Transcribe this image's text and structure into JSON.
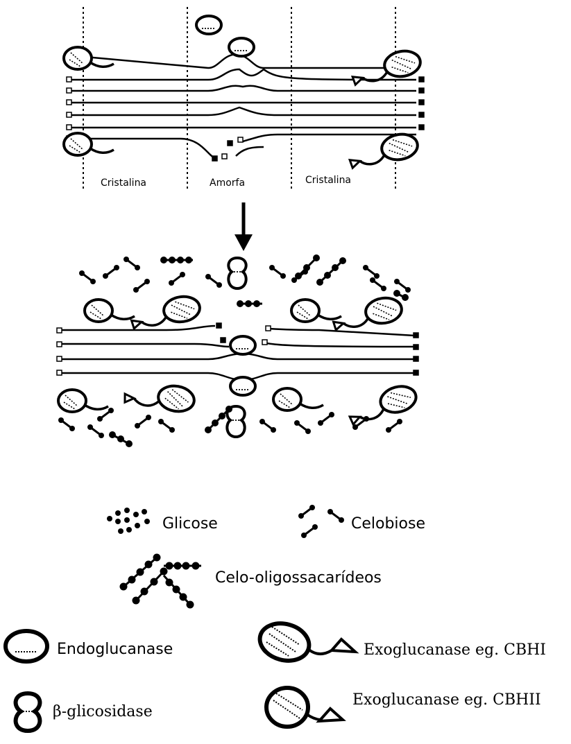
{
  "diagram": {
    "regions": [
      "Cristalina",
      "Amorfa",
      "Cristalina"
    ]
  },
  "legend": {
    "glicose": "Glicose",
    "celobiose": "Celobiose",
    "celo_oligo": "Celo-oligossacarídeos",
    "endoglucanase": "Endoglucanase",
    "exo_cbhi": "Exoglucanase eg. CBHI",
    "beta_glicosidase": "β-glicosidase",
    "exo_cbhii": "Exoglucanase eg. CBHII"
  }
}
